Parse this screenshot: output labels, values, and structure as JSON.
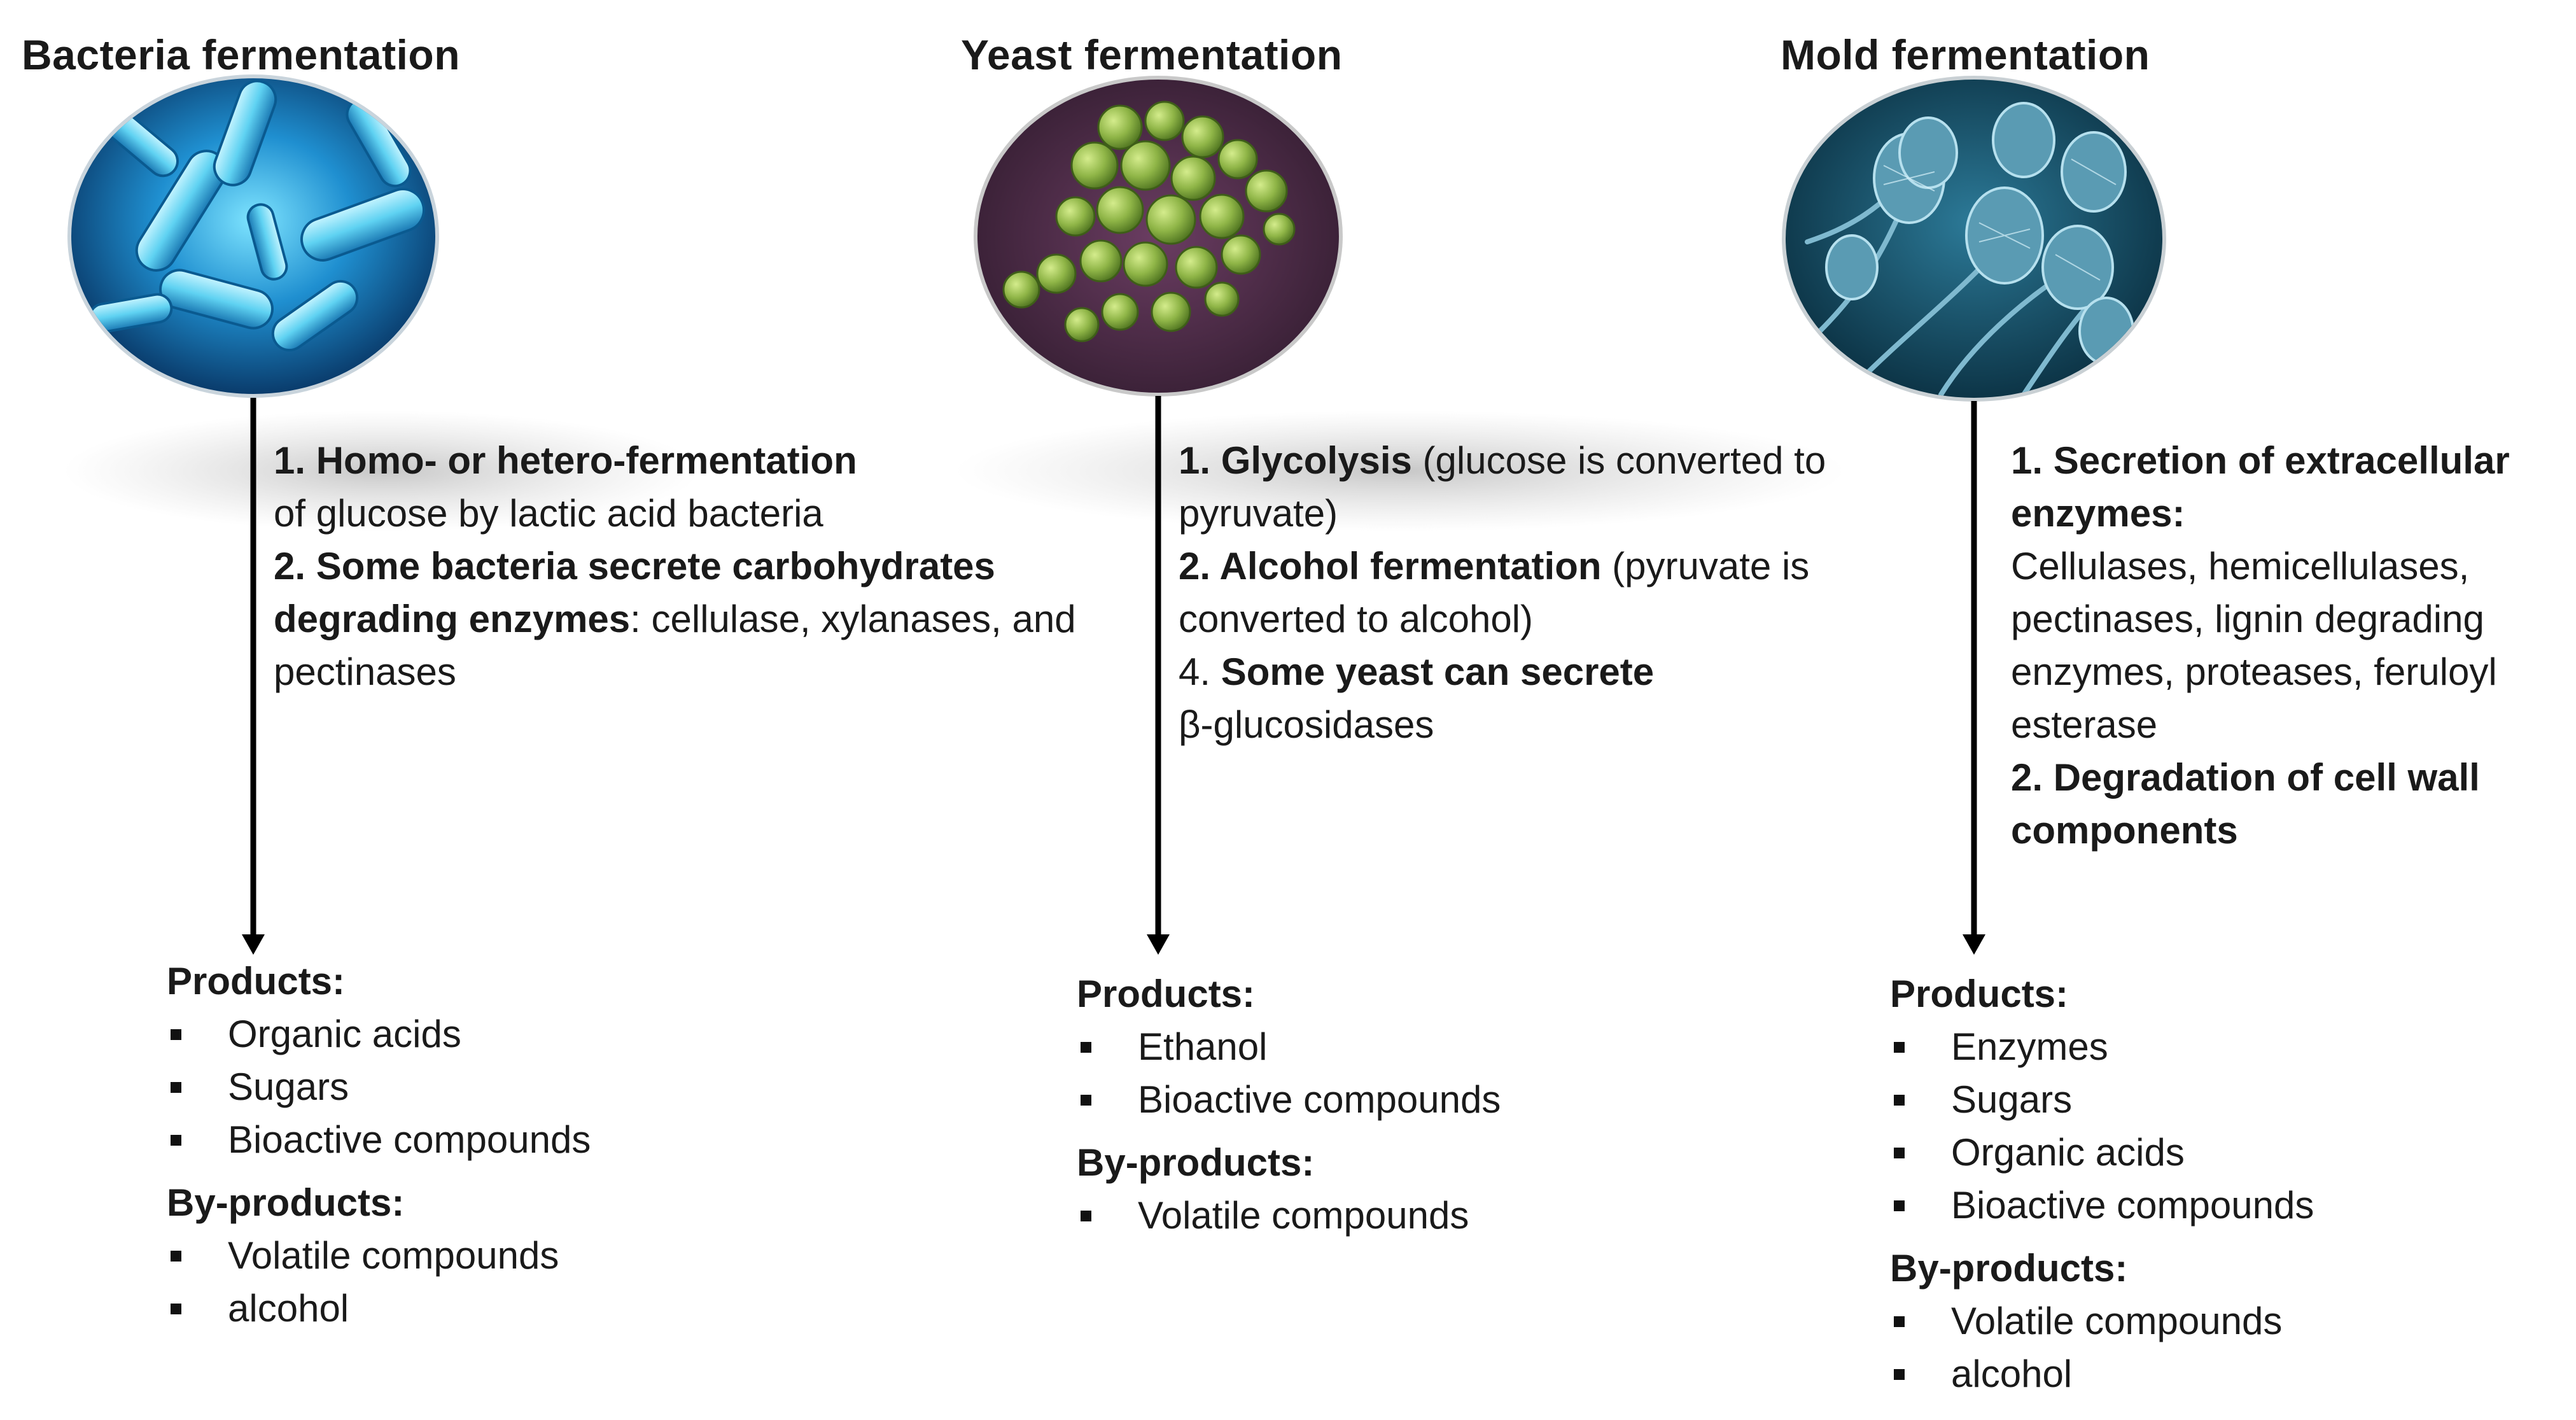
{
  "columns": [
    {
      "id": "bacteria",
      "title": "Bacteria fermentation",
      "image_label": "bacteria-image",
      "steps": [
        {
          "bold": "1. Homo- or hetero-fermentation",
          "text": "of glucose by lactic acid bacteria"
        },
        {
          "bold": "2. Some bacteria secrete carbohydrates degrading enzymes",
          "text": ": cellulase, xylanases, and pectinases"
        }
      ],
      "products_heading": "Products:",
      "products": [
        "Organic acids",
        "Sugars",
        "Bioactive compounds"
      ],
      "byproducts_heading": "By-products:",
      "byproducts": [
        "Volatile compounds",
        "alcohol"
      ]
    },
    {
      "id": "yeast",
      "title": "Yeast fermentation",
      "image_label": "yeast-image",
      "steps": [
        {
          "bold": "1. Glycolysis",
          "text": " (glucose is converted to pyruvate)"
        },
        {
          "bold": "2. Alcohol fermentation",
          "text": " (pyruvate is converted to alcohol)"
        },
        {
          "prefix": "4. ",
          "bold": "Some yeast can secrete",
          "text": "β-glucosidases"
        }
      ],
      "products_heading": "Products:",
      "products": [
        "Ethanol",
        "Bioactive compounds"
      ],
      "byproducts_heading": "By-products:",
      "byproducts": [
        "Volatile compounds"
      ]
    },
    {
      "id": "mold",
      "title": "Mold fermentation",
      "image_label": "mold-image",
      "steps": [
        {
          "bold": "1. Secretion of extracellular enzymes:",
          "text": "Cellulases, hemicellulases, pectinases, lignin degrading enzymes, proteases, feruloyl esterase"
        },
        {
          "bold": "2. Degradation of cell wall components",
          "text": ""
        }
      ],
      "products_heading": "Products:",
      "products": [
        "Enzymes",
        "Sugars",
        "Organic acids",
        "Bioactive compounds"
      ],
      "byproducts_heading": "By-products:",
      "byproducts": [
        "Volatile compounds",
        "alcohol"
      ]
    }
  ],
  "colors": {
    "arrow": "#000000",
    "text": "#1a1a1a",
    "bacteria_bg": "#0b4f86",
    "bacteria_cell": "#5fd2f2",
    "yeast_bg": "#4a2a45",
    "yeast_cell": "#8fb547",
    "mold_bg": "#0e3a4f",
    "mold_cell": "#5a9bb3"
  }
}
